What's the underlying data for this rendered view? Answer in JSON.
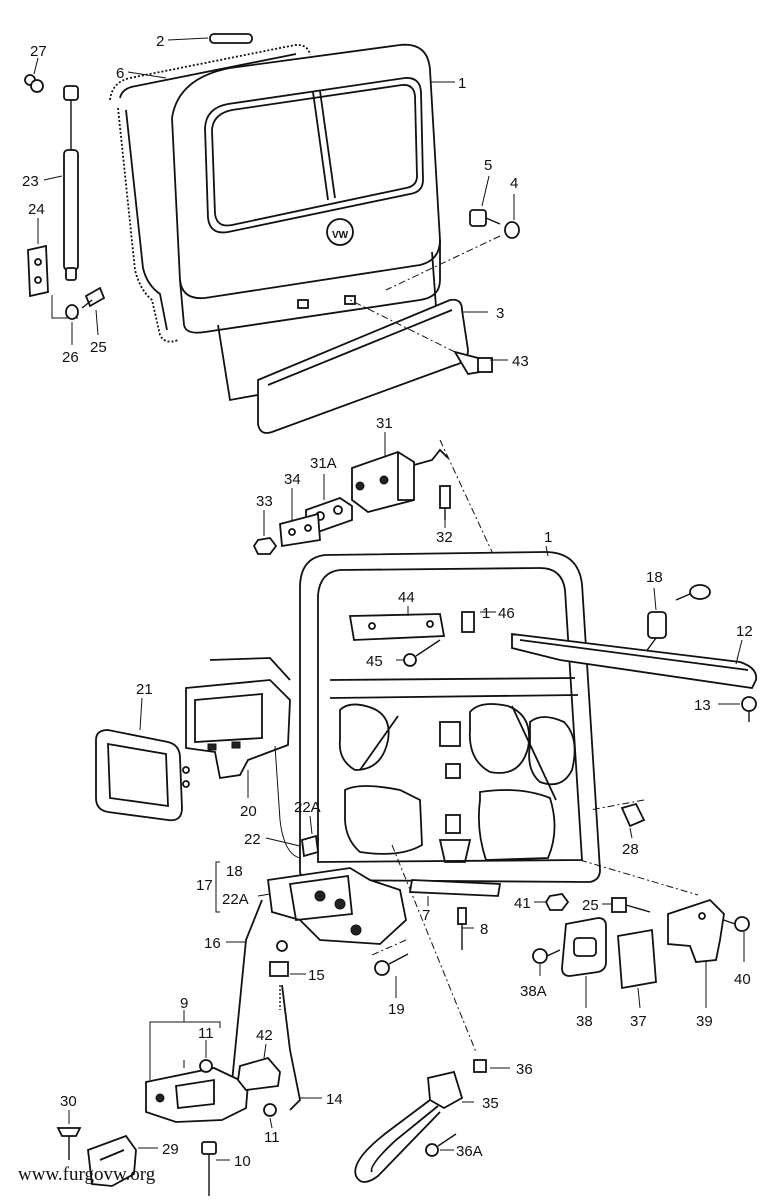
{
  "labels": {
    "l27": "27",
    "l2": "2",
    "l6": "6",
    "l1_top": "1",
    "l23": "23",
    "l24": "24",
    "l26": "26",
    "l25_top": "25",
    "l5": "5",
    "l4": "4",
    "l3": "3",
    "l43": "43",
    "l31": "31",
    "l31a": "31A",
    "l34": "34",
    "l33": "33",
    "l32": "32",
    "l1_mid": "1",
    "l18_top": "18",
    "l44": "44",
    "l46": "46",
    "l1_46": "1",
    "l45": "45",
    "l12": "12",
    "l13": "13",
    "l21": "21",
    "l20": "20",
    "l22a_top": "22A",
    "l22": "22",
    "l28": "28",
    "l17": "17",
    "l18_mid": "18",
    "l22a_mid": "22A",
    "l16": "16",
    "l7": "7",
    "l8": "8",
    "l41": "41",
    "l25_mid": "25",
    "l40": "40",
    "l15": "15",
    "l19": "19",
    "l38a": "38A",
    "l38": "38",
    "l37": "37",
    "l39": "39",
    "l9": "9",
    "l11_top": "11",
    "l42": "42",
    "l14": "14",
    "l36": "36",
    "l35": "35",
    "l11_bot": "11",
    "l30": "30",
    "l29": "29",
    "l36a": "36A",
    "l10": "10"
  },
  "watermark": "www.furgovw.org"
}
